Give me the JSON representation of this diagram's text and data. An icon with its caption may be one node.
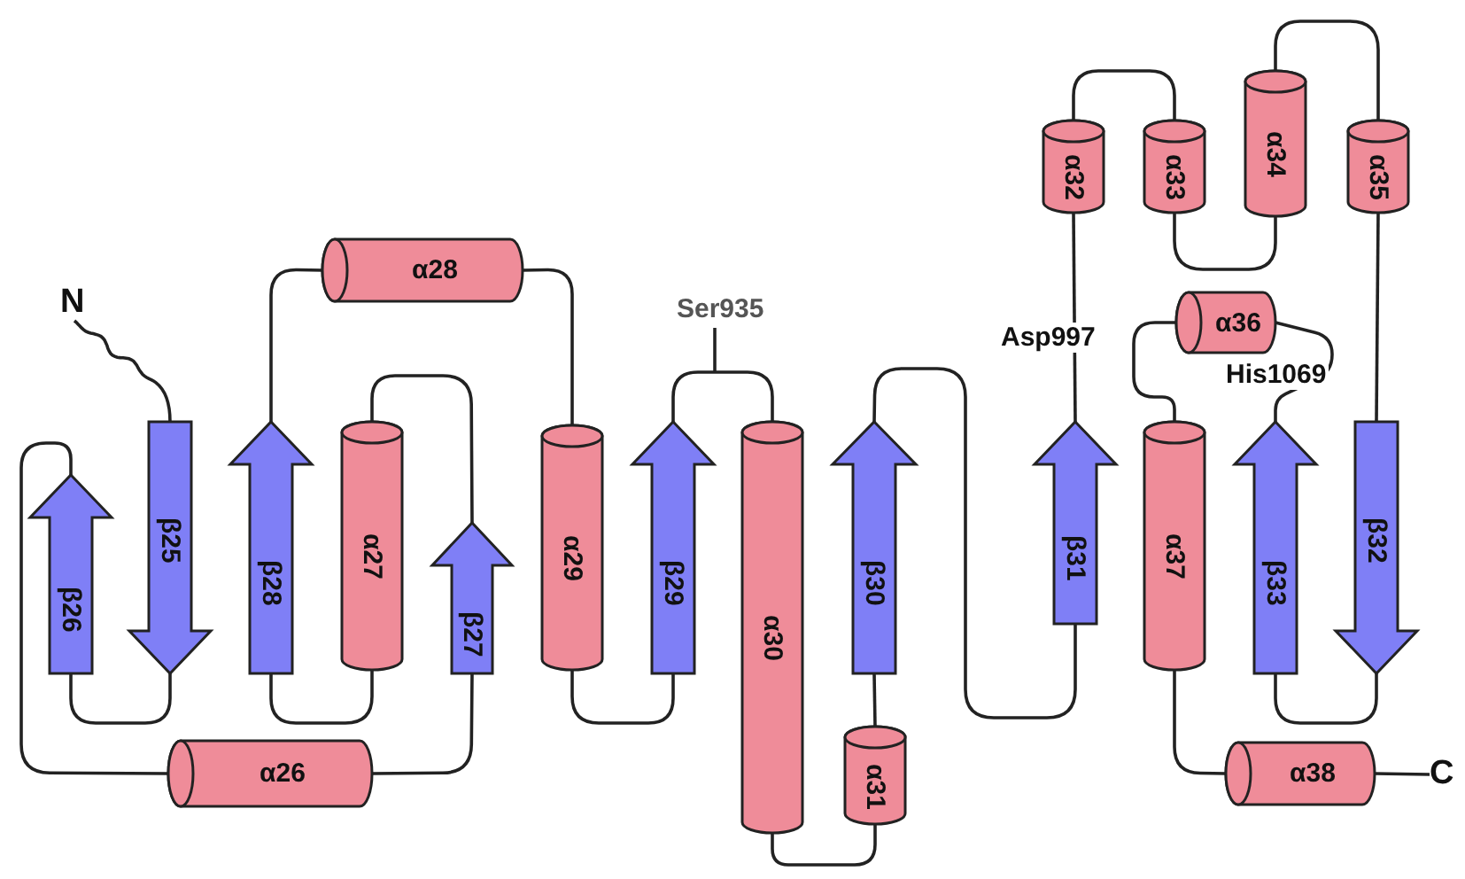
{
  "diagram": {
    "nodes": [
      {
        "text": [
          "N"
        ]
      },
      {
        "text": [
          "β26"
        ]
      },
      {
        "text": [
          "β25"
        ]
      },
      {
        "text": [
          "β28"
        ]
      },
      {
        "text": [
          "α27"
        ]
      },
      {
        "text": [
          "β27"
        ]
      },
      {
        "text": [
          "α28"
        ]
      },
      {
        "text": [
          "α29"
        ]
      },
      {
        "text": [
          "β29"
        ]
      },
      {
        "text": [
          "α30"
        ]
      },
      {
        "text": [
          "β30"
        ]
      },
      {
        "text": [
          "α31"
        ]
      },
      {
        "text": [
          "α26"
        ]
      },
      {
        "text": [
          "β31"
        ]
      },
      {
        "text": [
          "α32"
        ]
      },
      {
        "text": [
          "α33"
        ]
      },
      {
        "text": [
          "α34"
        ]
      },
      {
        "text": [
          "α35"
        ]
      },
      {
        "text": [
          "α36"
        ]
      },
      {
        "text": [
          "α37"
        ]
      },
      {
        "text": [
          "β33"
        ]
      },
      {
        "text": [
          "β32"
        ]
      },
      {
        "text": [
          "α38"
        ]
      },
      {
        "text": [
          "C"
        ]
      }
    ],
    "edges": [
      {
        "from": 0,
        "to": 2,
        "arrow": "none"
      },
      {
        "from": 2,
        "to": 1,
        "arrow": "none"
      },
      {
        "from": 1,
        "to": 12,
        "arrow": "none"
      },
      {
        "from": 12,
        "to": 5,
        "arrow": "none"
      },
      {
        "from": 5,
        "to": 4,
        "arrow": "none"
      },
      {
        "from": 4,
        "to": 3,
        "arrow": "none"
      },
      {
        "from": 3,
        "to": 6,
        "arrow": "none"
      },
      {
        "from": 6,
        "to": 7,
        "arrow": "none"
      },
      {
        "from": 7,
        "to": 8,
        "arrow": "none"
      },
      {
        "from": 8,
        "to": 9,
        "arrow": "none",
        "label": "Ser935"
      },
      {
        "from": 9,
        "to": 11,
        "arrow": "none"
      },
      {
        "from": 11,
        "to": 10,
        "arrow": "none"
      },
      {
        "from": 10,
        "to": 13,
        "arrow": "none"
      },
      {
        "from": 13,
        "to": 14,
        "arrow": "none",
        "label": "Asp997"
      },
      {
        "from": 14,
        "to": 15,
        "arrow": "none"
      },
      {
        "from": 15,
        "to": 16,
        "arrow": "none"
      },
      {
        "from": 16,
        "to": 17,
        "arrow": "none"
      },
      {
        "from": 17,
        "to": 21,
        "arrow": "none"
      },
      {
        "from": 21,
        "to": 20,
        "arrow": "none"
      },
      {
        "from": 20,
        "to": 18,
        "arrow": "none",
        "label": "His1069"
      },
      {
        "from": 18,
        "to": 19,
        "arrow": "none"
      },
      {
        "from": 19,
        "to": 22,
        "arrow": "none"
      },
      {
        "from": 22,
        "to": 23,
        "arrow": "none"
      }
    ]
  }
}
